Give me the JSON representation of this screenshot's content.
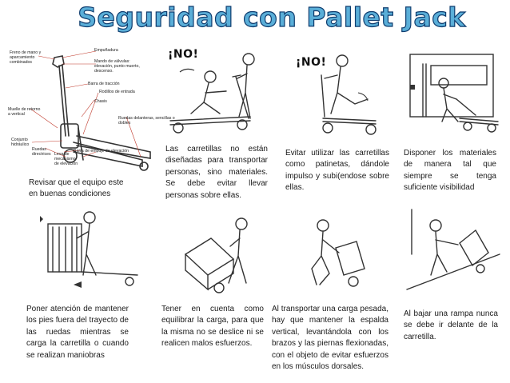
{
  "title": "Seguridad con Pallet Jack",
  "no_badge": "¡NO!",
  "diagram_labels": {
    "freno": "Freno de mano y",
    "freno2": "aparcamiento",
    "freno3": "combinados",
    "empunadura": "Empuñadura",
    "mando": "Mando de válvulas:",
    "mando2": "elevación, punto muerto,",
    "mando3": "descenso.",
    "barra_traccion": "Barra de tracción",
    "rodillos": "Rodillos de entrada",
    "chasis": "Chasis",
    "muelle": "Muelle de retorno",
    "muelle2": "a vertical",
    "ruedas_sencillas": "Ruedas delanteras, sencillas o",
    "ruedas_sencillas2": "dobles",
    "conjunto": "Conjunto",
    "conjunto2": "hidráulico",
    "ruedas_dir": "Ruedas",
    "ruedas_dir2": "directrices",
    "leva": "Leva de",
    "leva2": "mecanismo",
    "leva3": "de elevación",
    "barra_empuje": "Barra de empuje de elevación"
  },
  "captions": {
    "c1": "Revisar que el equipo este en buenas condiciones",
    "c2": "Las carretillas no están diseñadas para transportar personas, sino materiales. Se debe evitar llevar personas sobre ellas.",
    "c3": "Evitar utilizar las carretillas como patinetas, dándole impulso y subi(endose sobre ellas.",
    "c4": "Disponer los materiales de manera tal que siempre se tenga suficiente visibilidad",
    "c5": "Poner atención de mantener los pies fuera del trayecto de las ruedas mientras se carga la carretilla o cuando se realizan maniobras",
    "c6": "Tener en cuenta como equilibrar la carga, para que la misma no se deslice ni se realicen malos esfuerzos.",
    "c7": "Al transportar una carga pesada, hay que mantener la espalda vertical, levantándola con los brazos y las piernas flexionadas, con el objeto de evitar esfuerzos en los músculos dorsales.",
    "c8": "Al bajar una rampa nunca se debe ir delante de la carretilla."
  },
  "colors": {
    "title_fill": "#5aaed8",
    "title_outline": "#0e3c6e",
    "label_red": "#c0392b"
  }
}
